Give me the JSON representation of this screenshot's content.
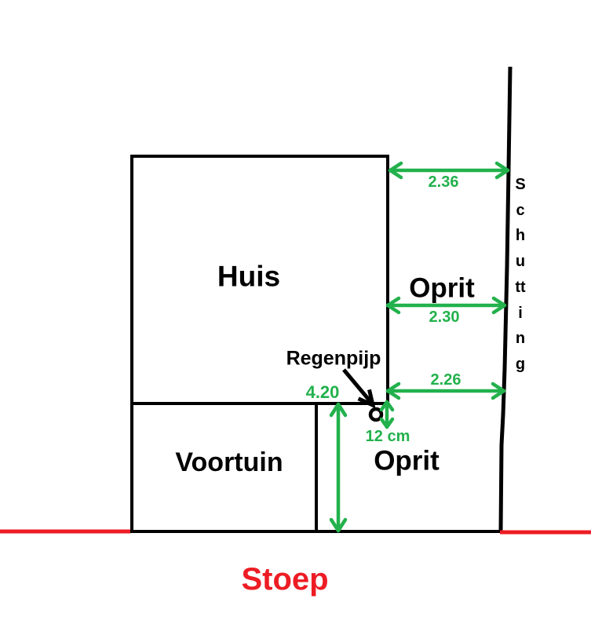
{
  "diagram": {
    "title_context": "plot sketch",
    "labels": {
      "huis": "Huis",
      "voortuin": "Voortuin",
      "oprit_upper": "Oprit",
      "oprit_lower": "Oprit",
      "regenpijp": "Regenpijp",
      "schutting": "Schutting",
      "stoep": "Stoep"
    },
    "measurements": {
      "house_to_fence_top": "2.36",
      "house_to_fence_middle": "2.30",
      "house_to_fence_bottom": "2.26",
      "driveway_length": "4.20",
      "rainpipe_offset": "12 cm"
    },
    "colors": {
      "dimension_green": "#22b14c",
      "stoep_red": "#ed1c24",
      "line_black": "#000000"
    }
  }
}
